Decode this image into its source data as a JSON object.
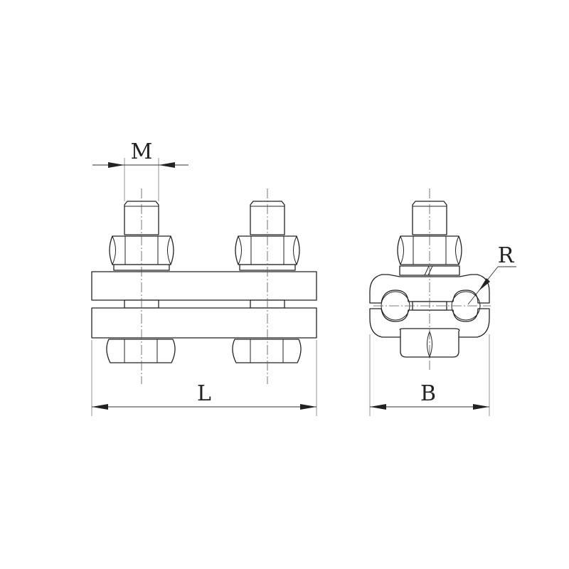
{
  "labels": {
    "m": "M",
    "l": "L",
    "b": "B",
    "r": "R"
  },
  "colors": {
    "line": "#222222",
    "background": "#ffffff"
  }
}
